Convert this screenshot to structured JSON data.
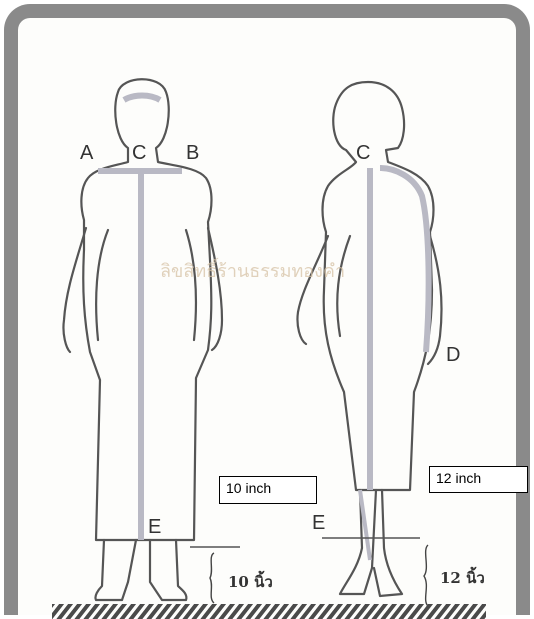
{
  "points": {
    "a": "A",
    "b": "B",
    "c_male": "C",
    "c_female": "C",
    "d": "D",
    "e_male": "E",
    "e_female": "E"
  },
  "labels": {
    "male_length": "10 inch",
    "female_length": "12 inch"
  },
  "thai_marks": {
    "male": "10 นิ้ว",
    "female": "12 นิ้ว"
  },
  "watermark": "ลิขสิทธิ์ร้านธรรมทองคำ"
}
